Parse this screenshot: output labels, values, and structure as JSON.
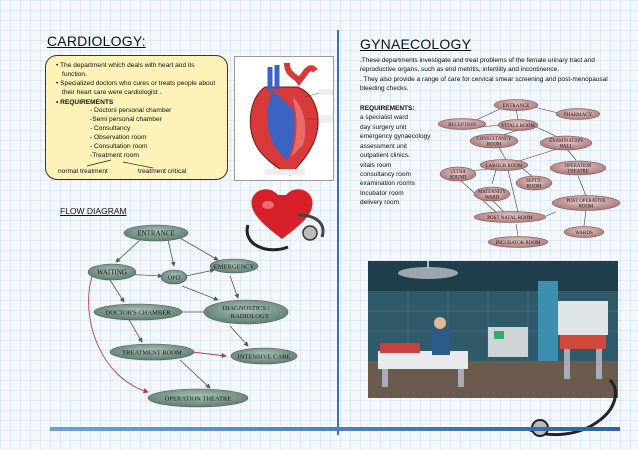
{
  "left": {
    "title": "CARDIOLOGY:",
    "intro_bullets": [
      "The department which  deals with heart and its function.",
      "Specialized doctors who cures or treats people about their heart care were cardiologist ."
    ],
    "requirements_label": "REQUIREMENTS",
    "requirements": [
      "- Doctors personal chamber",
      "-Semi personal chamber",
      "- Consultancy",
      "- Observation room",
      "- Consultation room",
      "-Treatment room"
    ],
    "normal_treatment": "normal treatment",
    "critical_treatment": "treatment critical",
    "flow_title": "FLOW DIAGRAM",
    "flow_nodes": {
      "entrance": "ENTRANCE",
      "waiting": "WAITING",
      "opd": "OPD",
      "emergency": "EMERGENCY",
      "doctors_chamber": "DOCTOR'S CHAMBER",
      "diagnostics_1": "DIAGNOSTICS /",
      "diagnostics_2": "RADIOLOGY",
      "treatment_room": "TREATMENT ROOM",
      "intensive_care": "INTENSIVE CARE",
      "operation_theatre": "OPERATION THEATRE"
    }
  },
  "right": {
    "title": "GYNAECOLOGY",
    "description": [
      ".These departments investigate and treat problems of the female urinary tract and reproductive organs, such as end metritis, infertility and incontinence.",
      ". They also provide a range of care for cervical smear screening and post-menopausal bleeding checks."
    ],
    "requirements_label": "REQUIREMENTS:",
    "requirements": [
      "a specialist ward",
      "day surgery unit",
      "emergency gynaecology",
      "assessment unit",
      "outpatient clinics.",
      "vitals room",
      "consultancy  room",
      "examination  rooms",
      "Incubator room",
      "delivery  room"
    ],
    "flow_nodes": {
      "entrance": "ENTRANCE",
      "pharmacy": "PHARMACY",
      "reception": "RECEPTION",
      "vitals_room": "VITALS ROOM",
      "consultancy_1": "CONSULTANCY",
      "consultancy_2": "ROOM",
      "examination_1": "EXAMINATION",
      "examination_2": "HALL",
      "labour_room": "LABOUR ROOM",
      "operation_1": "OPERATION",
      "operation_2": "THEATRE",
      "ultra_1": "ULTRA",
      "ultra_2": "SOUND",
      "septic_1": "SEPTIC",
      "septic_2": "ROOM",
      "maternity_1": "MATERNITY",
      "maternity_2": "WARD",
      "post_op_1": "POST OPERATIVE",
      "post_op_2": "ROOM",
      "post_natal": "POST NATAL ROOM",
      "wards": "WARDS",
      "incubator": "INCUBATOR ROOM"
    }
  },
  "colors": {
    "flow_node": "#6e8f84",
    "gyn_node": "#b07e7e",
    "box_fill": "#fdf3b8",
    "divider": "#3a6fb0"
  }
}
